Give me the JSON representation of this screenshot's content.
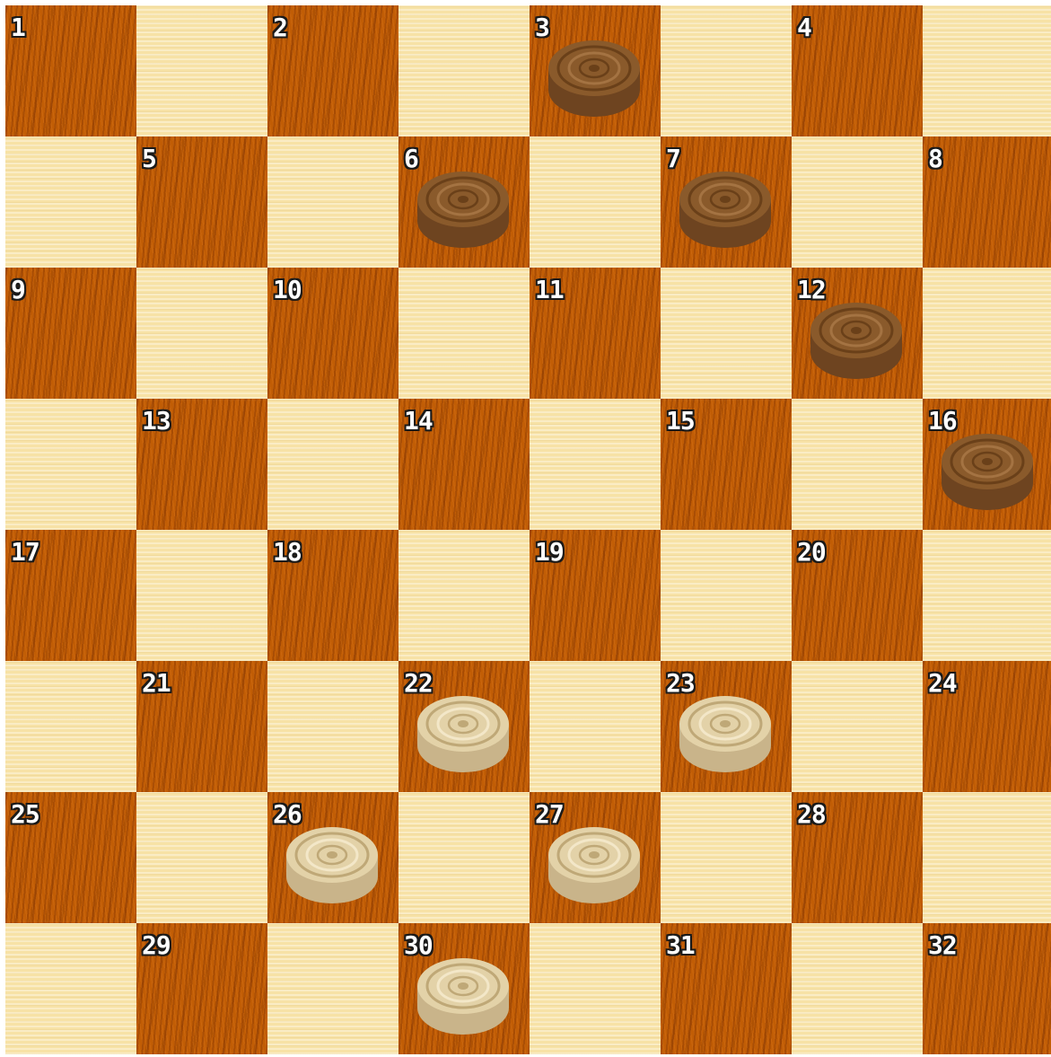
{
  "board": {
    "rows": 8,
    "cols": 8,
    "colors": {
      "light_square": "#f7e2a6",
      "dark_square": "#c15d05",
      "dark_piece": "#8a5a2b",
      "light_piece": "#e3d2a8"
    },
    "squares": [
      {
        "label": "1",
        "piece": "none"
      },
      {
        "label": "2",
        "piece": "none"
      },
      {
        "label": "3",
        "piece": "dark"
      },
      {
        "label": "4",
        "piece": "none"
      },
      {
        "label": "5",
        "piece": "none"
      },
      {
        "label": "6",
        "piece": "dark"
      },
      {
        "label": "7",
        "piece": "dark"
      },
      {
        "label": "8",
        "piece": "none"
      },
      {
        "label": "9",
        "piece": "none"
      },
      {
        "label": "10",
        "piece": "none"
      },
      {
        "label": "11",
        "piece": "none"
      },
      {
        "label": "12",
        "piece": "dark"
      },
      {
        "label": "13",
        "piece": "none"
      },
      {
        "label": "14",
        "piece": "none"
      },
      {
        "label": "15",
        "piece": "none"
      },
      {
        "label": "16",
        "piece": "dark"
      },
      {
        "label": "17",
        "piece": "none"
      },
      {
        "label": "18",
        "piece": "none"
      },
      {
        "label": "19",
        "piece": "none"
      },
      {
        "label": "20",
        "piece": "none"
      },
      {
        "label": "21",
        "piece": "none"
      },
      {
        "label": "22",
        "piece": "light"
      },
      {
        "label": "23",
        "piece": "light"
      },
      {
        "label": "24",
        "piece": "none"
      },
      {
        "label": "25",
        "piece": "none"
      },
      {
        "label": "26",
        "piece": "light"
      },
      {
        "label": "27",
        "piece": "light"
      },
      {
        "label": "28",
        "piece": "none"
      },
      {
        "label": "29",
        "piece": "none"
      },
      {
        "label": "30",
        "piece": "light"
      },
      {
        "label": "31",
        "piece": "none"
      },
      {
        "label": "32",
        "piece": "none"
      }
    ]
  },
  "caption": {
    "text": ""
  }
}
